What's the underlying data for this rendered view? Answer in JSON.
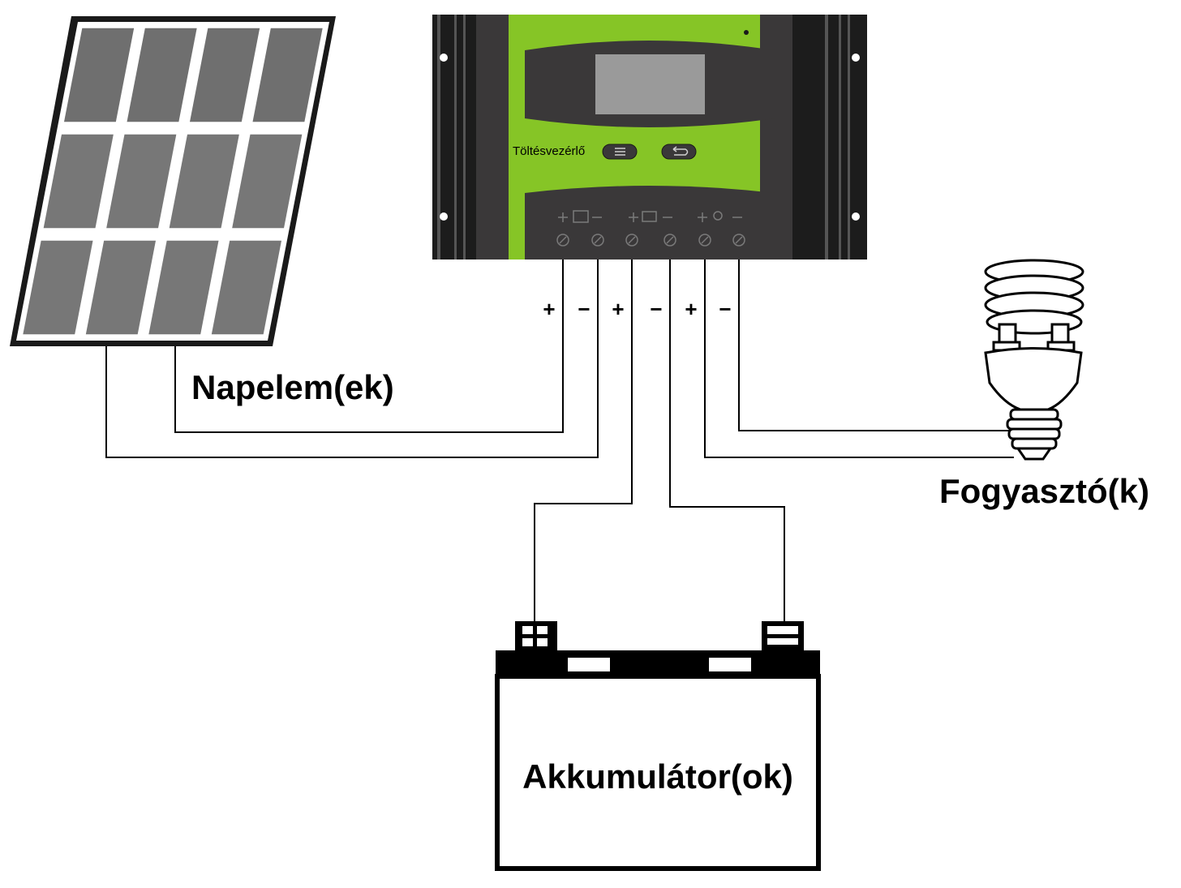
{
  "labels": {
    "solar": "Napelem(ek)",
    "load": "Fogyasztó(k)",
    "battery": "Akkumulátor(ok)",
    "controller": "Töltésvezérlő"
  },
  "terminals": [
    {
      "sign": "+",
      "group": "solar"
    },
    {
      "sign": "−",
      "group": "solar"
    },
    {
      "sign": "+",
      "group": "battery"
    },
    {
      "sign": "−",
      "group": "battery"
    },
    {
      "sign": "+",
      "group": "load"
    },
    {
      "sign": "−",
      "group": "load"
    }
  ],
  "controller_buttons": [
    {
      "icon": "menu-icon"
    },
    {
      "icon": "return-icon"
    }
  ],
  "colors": {
    "controller_green": "#86c526",
    "controller_dark": "#3a3839",
    "panel_cell": "#707070",
    "display_grey": "#9a9a9a"
  }
}
